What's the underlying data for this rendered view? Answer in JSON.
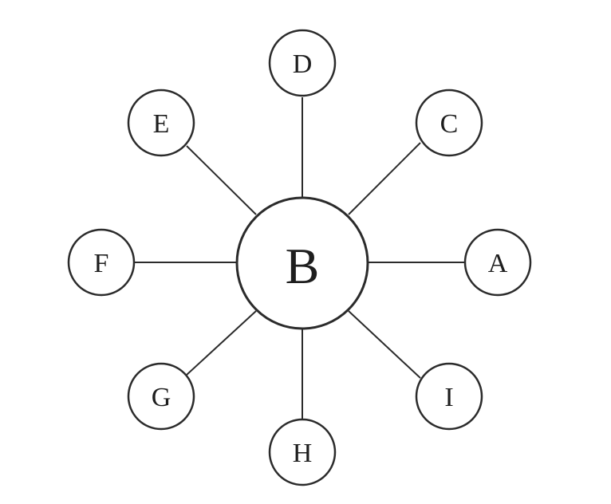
{
  "diagram": {
    "center": {
      "id": "B",
      "label": "B"
    },
    "nodes": [
      {
        "id": "A",
        "label": "A"
      },
      {
        "id": "C",
        "label": "C"
      },
      {
        "id": "D",
        "label": "D"
      },
      {
        "id": "E",
        "label": "E"
      },
      {
        "id": "F",
        "label": "F"
      },
      {
        "id": "G",
        "label": "G"
      },
      {
        "id": "H",
        "label": "H"
      },
      {
        "id": "I",
        "label": "I"
      }
    ],
    "edges": [
      {
        "from": "B",
        "to": "A"
      },
      {
        "from": "B",
        "to": "C"
      },
      {
        "from": "B",
        "to": "D"
      },
      {
        "from": "B",
        "to": "E"
      },
      {
        "from": "B",
        "to": "F"
      },
      {
        "from": "B",
        "to": "G"
      },
      {
        "from": "B",
        "to": "H"
      },
      {
        "from": "B",
        "to": "I"
      }
    ]
  }
}
